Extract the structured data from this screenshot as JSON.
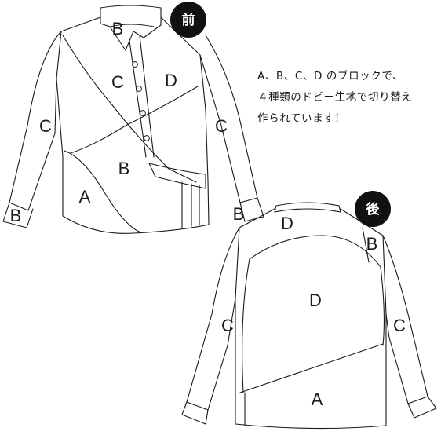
{
  "badges": {
    "front": "前",
    "back": "後"
  },
  "note": {
    "lines": [
      "A、B、C、D のブロックで、",
      "４種類のドビー生地で切り替え",
      "作られています！"
    ]
  },
  "front_labels": {
    "collar": "B",
    "upper_center": "C",
    "upper_right": "D",
    "sleeve_left": "C",
    "sleeve_right": "C",
    "middle": "B",
    "lower_left": "A",
    "cuff_left": "B",
    "cuff_right": "B"
  },
  "back_labels": {
    "yoke": "D",
    "shoulder": "B",
    "body": "D",
    "sleeve_left": "C",
    "sleeve_right": "C",
    "hem": "A"
  }
}
